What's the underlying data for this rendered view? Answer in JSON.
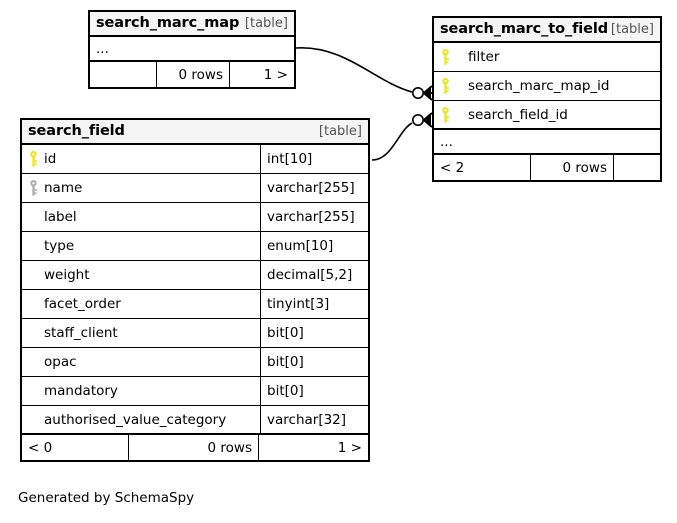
{
  "diagram": {
    "credit": "Generated by SchemaSpy",
    "table_kind_label": "[table]",
    "ellipsis": "...",
    "colors": {
      "primary_key": "#e8e81c",
      "unique_key": "#b0b0b0",
      "header_bg": "#f5f5f5",
      "border": "#000000",
      "background": "#ffffff"
    }
  },
  "tables": [
    {
      "id": "search_marc_map",
      "name": "search_marc_map",
      "kind": "[table]",
      "columns": [],
      "has_ellipsis": true,
      "ellipsis_text": "...",
      "footer": {
        "left": "",
        "center": "0 rows",
        "right": "1 >"
      }
    },
    {
      "id": "search_marc_to_field",
      "name": "search_marc_to_field",
      "kind": "[table]",
      "columns": [
        {
          "key": "primary",
          "name": "filter",
          "type": ""
        },
        {
          "key": "primary",
          "name": "search_marc_map_id",
          "type": ""
        },
        {
          "key": "primary",
          "name": "search_field_id",
          "type": ""
        }
      ],
      "has_ellipsis": true,
      "ellipsis_text": "...",
      "footer": {
        "left": "< 2",
        "center": "0 rows",
        "right": ""
      }
    },
    {
      "id": "search_field",
      "name": "search_field",
      "kind": "[table]",
      "columns": [
        {
          "key": "primary",
          "name": "id",
          "type": "int[10]"
        },
        {
          "key": "unique",
          "name": "name",
          "type": "varchar[255]"
        },
        {
          "key": "none",
          "name": "label",
          "type": "varchar[255]"
        },
        {
          "key": "none",
          "name": "type",
          "type": "enum[10]"
        },
        {
          "key": "none",
          "name": "weight",
          "type": "decimal[5,2]"
        },
        {
          "key": "none",
          "name": "facet_order",
          "type": "tinyint[3]"
        },
        {
          "key": "none",
          "name": "staff_client",
          "type": "bit[0]"
        },
        {
          "key": "none",
          "name": "opac",
          "type": "bit[0]"
        },
        {
          "key": "none",
          "name": "mandatory",
          "type": "bit[0]"
        },
        {
          "key": "none",
          "name": "authorised_value_category",
          "type": "varchar[32]"
        }
      ],
      "has_ellipsis": false,
      "ellipsis_text": "",
      "footer": {
        "left": "< 0",
        "center": "0 rows",
        "right": "1 >"
      }
    }
  ],
  "relationships": [
    {
      "id": "rel-marc-map-to-field",
      "from_table": "search_marc_map",
      "to_table": "search_marc_to_field",
      "to_column": "search_marc_map_id",
      "notation": "zero-or-many"
    },
    {
      "id": "rel-search-field-to-field",
      "from_table": "search_field",
      "from_column": "id",
      "to_table": "search_marc_to_field",
      "to_column": "search_field_id",
      "notation": "zero-or-many"
    }
  ]
}
